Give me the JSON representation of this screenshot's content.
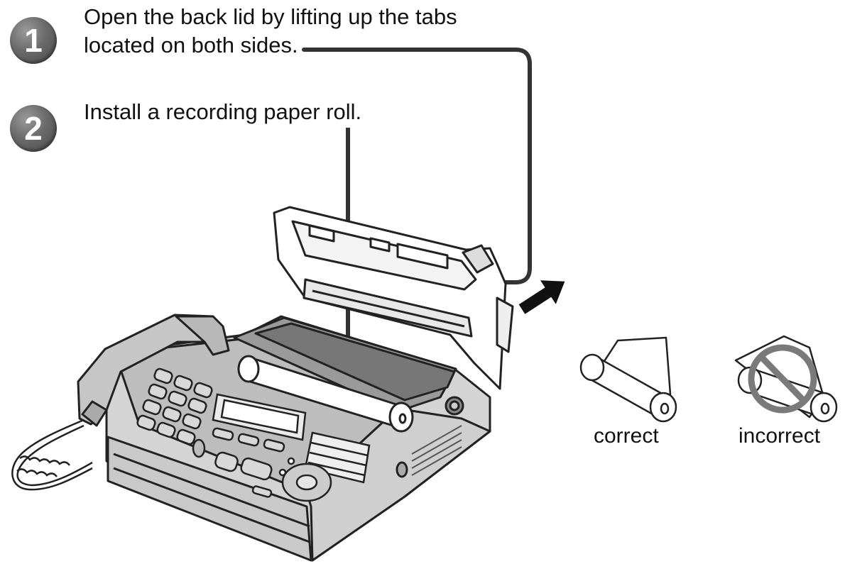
{
  "steps": [
    {
      "number": "1",
      "lines": [
        "Open the back lid by lifting up the tabs",
        "located on both sides."
      ]
    },
    {
      "number": "2",
      "lines": [
        "Install a recording paper roll."
      ]
    }
  ],
  "rolls": {
    "correct_label": "correct",
    "incorrect_label": "incorrect"
  },
  "colors": {
    "badge": "#6a6a6a",
    "line": "#333333",
    "prohibited": "#7a7a7a"
  }
}
